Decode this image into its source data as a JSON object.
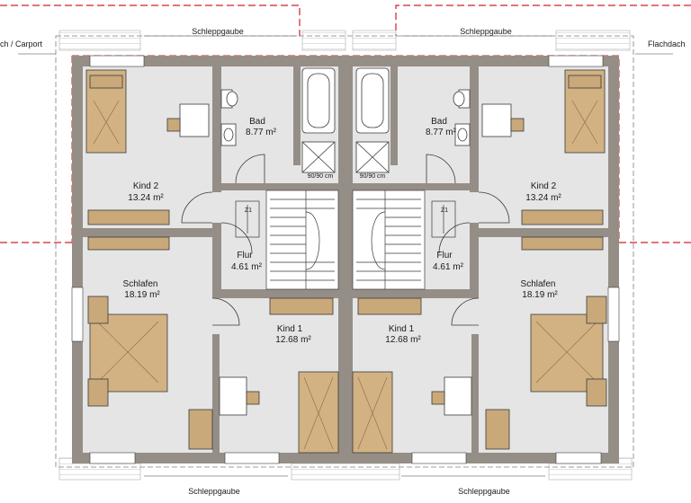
{
  "drawing": {
    "colors": {
      "wall": "#958e86",
      "floor": "#e5e5e5",
      "wood": "#c9a87a",
      "wood_dark": "#8a6a44",
      "bed_linen": "#d2b283",
      "line": "#3a3a3a",
      "dashed_red": "#d0212a",
      "dashed_grey": "#7d7d7d",
      "fixture": "#ffffff"
    },
    "roof_labels": {
      "schleppgaube_top_left": "Schleppgaube",
      "schleppgaube_top_right": "Schleppgaube",
      "schleppgaube_bottom_left": "Schleppgaube",
      "schleppgaube_bottom_right": "Schleppgaube",
      "flachdach_carport": "ch / Carport",
      "flachdach": "Flachdach"
    },
    "units": {
      "left": {
        "kind2": {
          "name": "Kind 2",
          "area": "13.24 m²"
        },
        "bad": {
          "name": "Bad",
          "area": "8.77 m²"
        },
        "flur": {
          "name": "Flur",
          "area": "4.61 m²"
        },
        "schlafen": {
          "name": "Schlafen",
          "area": "18.19 m²"
        },
        "kind1": {
          "name": "Kind 1",
          "area": "12.68 m²"
        },
        "shower_size": "90/90 cm",
        "stair_mark": "Z1"
      },
      "right": {
        "kind2": {
          "name": "Kind 2",
          "area": "13.24 m²"
        },
        "bad": {
          "name": "Bad",
          "area": "8.77 m²"
        },
        "flur": {
          "name": "Flur",
          "area": "4.61 m²"
        },
        "schlafen": {
          "name": "Schlafen",
          "area": "18.19 m²"
        },
        "kind1": {
          "name": "Kind 1",
          "area": "12.68 m²"
        },
        "shower_size": "90/90 cm",
        "stair_mark": "Z1"
      }
    }
  }
}
